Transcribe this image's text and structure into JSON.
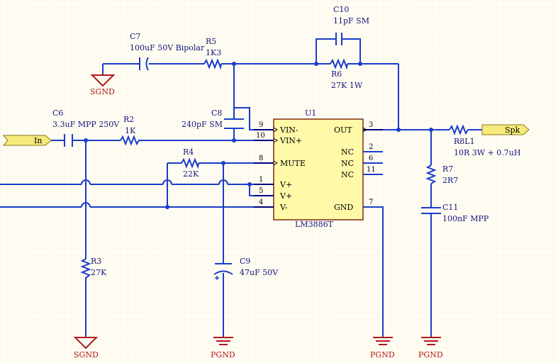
{
  "ports": {
    "input": "In",
    "output": "Spk"
  },
  "components": {
    "U1": {
      "ref": "U1",
      "value": "LM3886T",
      "pins": {
        "vin_minus": "VIN-",
        "vin_plus": "VIN+",
        "out": "OUT",
        "mute": "MUTE",
        "vp1": "V+",
        "vp2": "V+",
        "vm": "V-",
        "gnd": "GND",
        "nc1": "NC",
        "nc2": "NC",
        "nc3": "NC"
      },
      "pin_numbers": {
        "vin_minus": "9",
        "vin_plus": "10",
        "out": "3",
        "mute": "8",
        "vp1": "1",
        "vp2": "5",
        "vm": "4",
        "gnd": "7",
        "nc1": "2",
        "nc2": "6",
        "nc3": "11"
      }
    },
    "C6": {
      "ref": "C6",
      "value": "3.3uF MPP 250V"
    },
    "C7": {
      "ref": "C7",
      "value": "100uF 50V Bipolar"
    },
    "C8": {
      "ref": "C8",
      "value": "240pF SM"
    },
    "C9": {
      "ref": "C9",
      "value": "47uF 50V"
    },
    "C10": {
      "ref": "C10",
      "value": "11pF SM"
    },
    "C11": {
      "ref": "C11",
      "value": "100nF MPP"
    },
    "R2": {
      "ref": "R2",
      "value": "1K"
    },
    "R3": {
      "ref": "R3",
      "value": "27K"
    },
    "R4": {
      "ref": "R4",
      "value": "22K"
    },
    "R5": {
      "ref": "R5",
      "value": "1K3"
    },
    "R6": {
      "ref": "R6",
      "value": "27K 1W"
    },
    "R7": {
      "ref": "R7",
      "value": "2R7"
    },
    "R8L1": {
      "ref": "R8L1",
      "value": "10R 3W + 0.7uH"
    }
  },
  "grounds": {
    "sgnd": "SGND",
    "pgnd": "PGND"
  },
  "colors": {
    "wire": "#1a3ccc",
    "ground": "#b01818",
    "ic_fill": "#fff9a8",
    "port_fill": "#f5ea7a",
    "background": "#fffdf3"
  }
}
